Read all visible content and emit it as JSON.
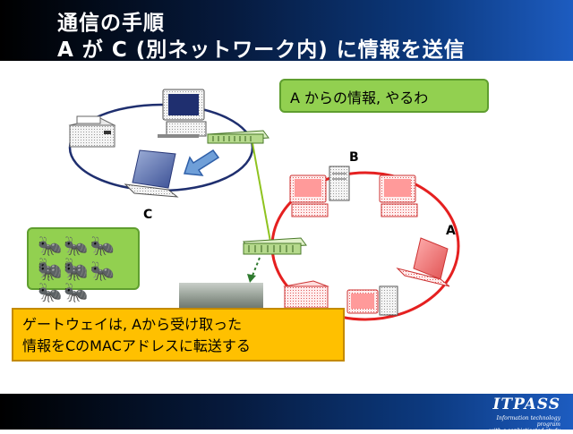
{
  "title": {
    "line1": "通信の手順",
    "line2": "A が C (別ネットワーク内) に情報を送信"
  },
  "callouts": {
    "info": "A からの情報, やるわ",
    "gateway_line1": "ゲートウェイは, Aから受け取った",
    "gateway_line2": "情報をCのMACアドレスに転送する",
    "ants_row1": "🐜🐜🐜🐜🐜",
    "ants_row2": "🐜🐜🐜🐜🐜"
  },
  "nodes": {
    "label_a": "A",
    "label_b": "B",
    "label_c": "C"
  },
  "logo": {
    "name": "ITPASS",
    "tagline_line1": "Information technology program",
    "tagline_line2": "with a sophisticated study"
  },
  "colors": {
    "network_left": "#1f2f6f",
    "network_right": "#e52020",
    "callout_green": "#92d050",
    "callout_yellow": "#ffc000",
    "arrow_blue": "#4f81bd",
    "link_green": "#8fc31f"
  }
}
